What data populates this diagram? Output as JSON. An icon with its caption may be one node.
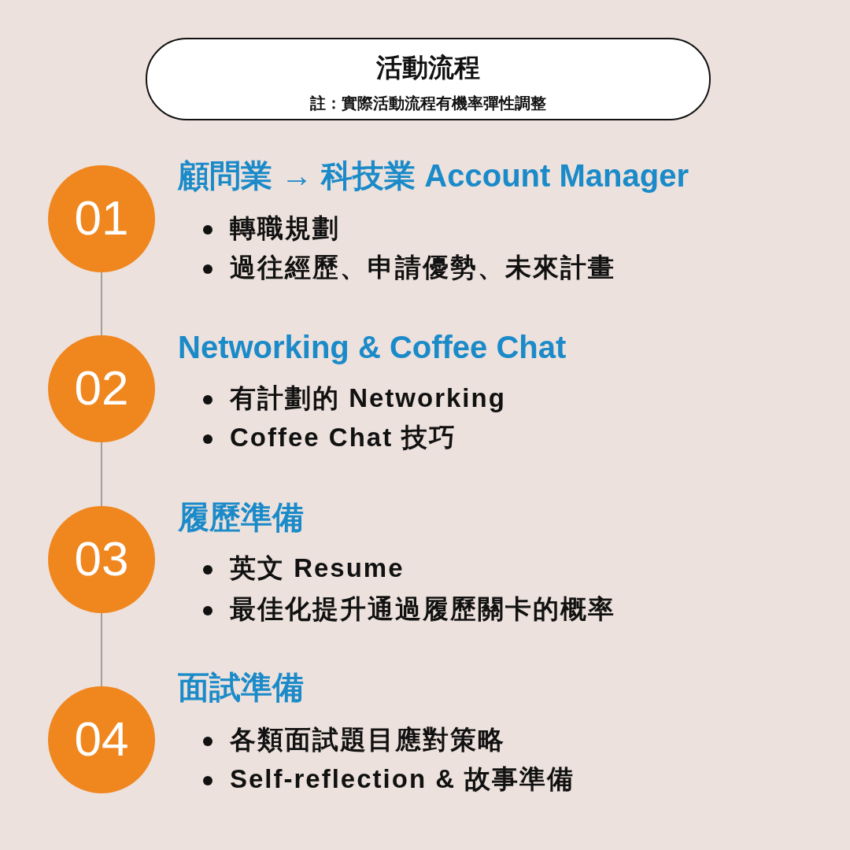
{
  "diagram": {
    "nodes": [
      {
        "text": [
          "活動流程",
          "註：實際活動流程有機率彈性調整"
        ]
      },
      {
        "text": [
          "01"
        ],
        "beside": [
          "顧問業 → 科技業 Account Manager",
          "轉職規劃",
          "過往經歷、申請優勢、未來計畫"
        ]
      },
      {
        "text": [
          "02"
        ],
        "beside": [
          "Networking & Coffee Chat",
          "有計劃的 Networking",
          "Coffee Chat 技巧"
        ]
      },
      {
        "text": [
          "03"
        ],
        "beside": [
          "履歷準備",
          "英文 Resume",
          "最佳化提升通過履歷關卡的概率"
        ]
      },
      {
        "text": [
          "04"
        ],
        "beside": [
          "面試準備",
          "各類面試題目應對策略",
          "Self-reflection & 故事準備"
        ]
      }
    ],
    "edges": [
      {
        "from": 1,
        "to": 2,
        "arrow": "none"
      },
      {
        "from": 2,
        "to": 3,
        "arrow": "none"
      },
      {
        "from": 3,
        "to": 4,
        "arrow": "none"
      }
    ]
  }
}
